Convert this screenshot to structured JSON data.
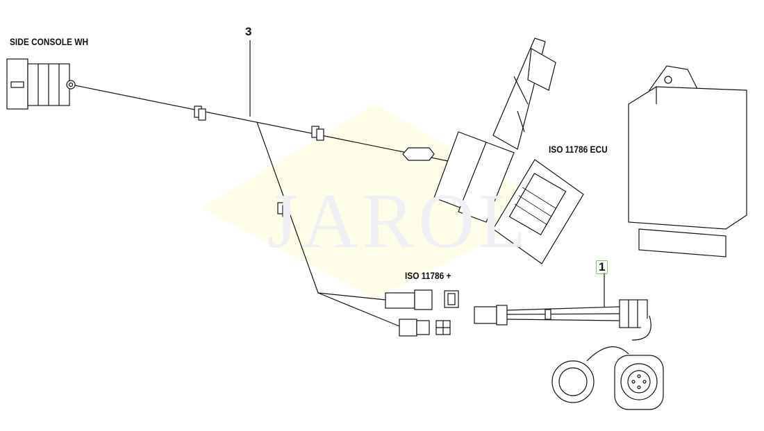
{
  "watermark": {
    "text": "JAROL",
    "color": "#fdfde8"
  },
  "labels": {
    "side_console": "SIDE CONSOLE WH",
    "iso_ecu": "ISO 11786  ECU",
    "iso_plus": "ISO 11786 +"
  },
  "callouts": [
    {
      "number": "1",
      "highlighted": true,
      "highlight_color": "#7ac943"
    },
    {
      "number": "3",
      "highlighted": false
    }
  ]
}
